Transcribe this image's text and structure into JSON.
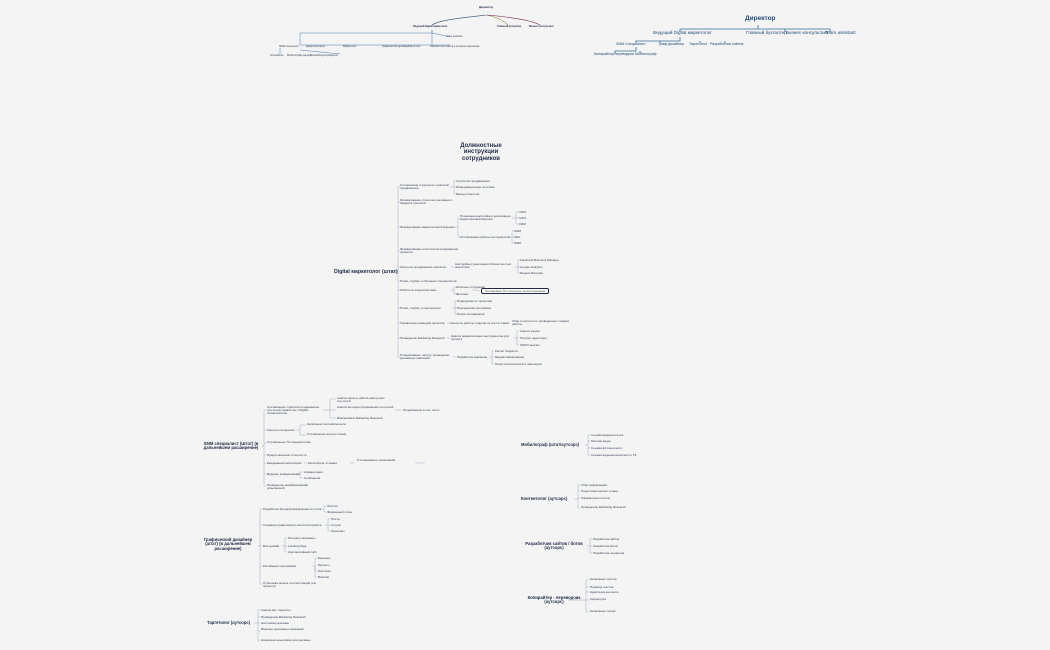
{
  "org_small": {
    "director": "Директор",
    "children": [
      "Ведущий Digital маркетолог",
      "Главный бухгалтер",
      "Бизнес-консультант"
    ],
    "level3": [
      "Team assistant"
    ],
    "level4": [
      "SMM специалист",
      "Диджитал/таргет",
      "Маркетолог",
      "Графический дизайнер",
      "Таргетолог",
      "Разработчик сайтов и интернет-магазинов"
    ],
    "level5": [
      "Копирайтер",
      "Мобилограф (видео)",
      "Копирайтер/переводчик"
    ]
  },
  "org_large": {
    "director": "Директор",
    "lead": "Ведущий Digital маркетолог",
    "others": [
      "Главный бухгалтер",
      "Бизнес-консультант",
      "Team assistant"
    ],
    "smm": "SMM Специалист",
    "level3": [
      "граф.дизайнер",
      "Таргетолог",
      "Разработчик сайтов"
    ],
    "level4": [
      "Копирайтер/переводчик",
      "Мобилограф"
    ]
  },
  "title": "Должностные инструкции сотрудников",
  "digital": {
    "root": "Digital маркетолог (штат)",
    "b1": "Составление и контроль стратегий продвижения",
    "b1_items": [
      "Стратегия продвижения",
      "Информационная политика",
      "Бренд-стратегия"
    ],
    "b2": "Формирование стратегии рекламного бюджета проектов",
    "b3": "Формирование маркетинговой воронки",
    "b3_a": "Пошаговая настройка и реализация маркетинговой воронки",
    "b3_a_items": [
      "CRM",
      "CRM",
      "CRM"
    ],
    "b3_b": "Оптимизация работы инструментов",
    "b3_b_items": [
      "SMM",
      "SEO",
      "SMM"
    ],
    "b4": "Формирование отчетностей продвижения проектов",
    "b5": "Контроль продвижения проектов",
    "b5_a": "Настройка и реализация бизнес-систем аналитики",
    "b5_a_items": [
      "Facebook Business Manager",
      "Google Analytics",
      "Яндекс.Метрика"
    ],
    "b6": "Поиск, подбор и обучение специалистов",
    "b7": "Работа со специалистами",
    "b7_items": [
      "Штатные сотрудники",
      "Фриланс"
    ],
    "b7_note": "Постановка ТЗ и контроль за исполнением",
    "b8": "Поиск, подбор и партнерство",
    "b8_items": [
      "Подрядчики по проектам",
      "Партнерская программа",
      "Поиск поставщиков"
    ],
    "b9": "Управление командой проектов",
    "b9_a": "Контроль работы отделов за счет в плане",
    "b9_b": "Сбор отчетности о проведенных стадиях работы",
    "b10": "Проведение Marketing Research",
    "b10_a": "Анализ маркетинговых инструментов для проекта",
    "b10_items": [
      "Анализ рынка",
      "Портрет аудитории",
      "SWOT анализ"
    ],
    "b11": "Планирование, запуск, проведение рекламных кампаний",
    "b11_a": "Разработка кампании",
    "b11_items": [
      "Расчет бюджета",
      "Медиапланирование",
      "Поиск исполнителей и партнеров"
    ]
  },
  "smm": {
    "root": "SMM специалист (Штат) (в дальнейшем расширение)",
    "b1": "Составление стратегии продвижения соц.сетей совместно с Digital-специалистом",
    "b1_items": [
      "Анализ ниши и работа наилучших соц.сетей",
      "Анализ методов продвижения соц.сетей",
      "Взаимосвязь Marketing Research"
    ],
    "b1_note": "Продвижение в соц. сетях",
    "b2": "Контент-специалист",
    "b2_items": [
      "Написание постов/контента",
      "Составление контент-плана"
    ],
    "b3": "Составление ТЗ специалистам",
    "b4": "Предоставление отчетности",
    "b5": "Ежедневный мониторинг",
    "b5_a": "Мониторинг отзывов",
    "b5_b": "Отслеживание упоминаний",
    "b6": "Ведение коммуникации",
    "b6_items": [
      "Комментарии",
      "Сообщения"
    ],
    "b7": "Проведение акций/кампаний/розыгрышей"
  },
  "designer": {
    "root": "Графический дизайнер (штат) (в дальнейшем расширение)",
    "b1": "Разработка брендбука/фирменного стиля",
    "b1_items": [
      "Логотип",
      "Фирменный стиль"
    ],
    "b2": "Создание графического контента проекта",
    "b2_items": [
      "Посты",
      "Сторис",
      "Креативы"
    ],
    "b3": "Веб-дизайн",
    "b3_items": [
      "Интернет-магазины",
      "Landing Page",
      "Корпоративный сайт"
    ],
    "b4": "Рекламная полиграфия",
    "b4_items": [
      "Баннеры",
      "Буклеты",
      "Листовки",
      "Визитки"
    ],
    "b5": "Отрисовка иконок и иллюстраций для проектов"
  },
  "target": {
    "root": "Таргетолог (аутсорс)",
    "items": [
      "Анализ ЦА, таргетинг",
      "Проведение Marketing Research",
      "Настройка рекламы",
      "Ведение рекламных кампаний",
      "Написание креативов для рекламы"
    ]
  },
  "mobile": {
    "root": "Мобилограф (штат/аутсорс)",
    "items": [
      "Съемка видеоконтента",
      "Монтаж видео",
      "Съемка фотоконтента",
      "Съемка видеоматериалов по ТЗ"
    ]
  },
  "content": {
    "root": "Контентолог (аутсорс)",
    "items": [
      "Сбор информации",
      "Подготовка контент-плана",
      "Оформление постов",
      "Проведение Marketing Research"
    ]
  },
  "dev": {
    "root": "Разработчик сайтов / ботов (аутсорс)",
    "items": [
      "Разработка сайтов",
      "Разработка ботов",
      "Разработка лендингов"
    ]
  },
  "copy": {
    "root": "Копирайтер - переводчик (аутсорс)",
    "items": [
      "Написание текстов",
      "Перевод текстов",
      "Адаптация контента",
      "Корректура",
      "Написание статей"
    ]
  }
}
